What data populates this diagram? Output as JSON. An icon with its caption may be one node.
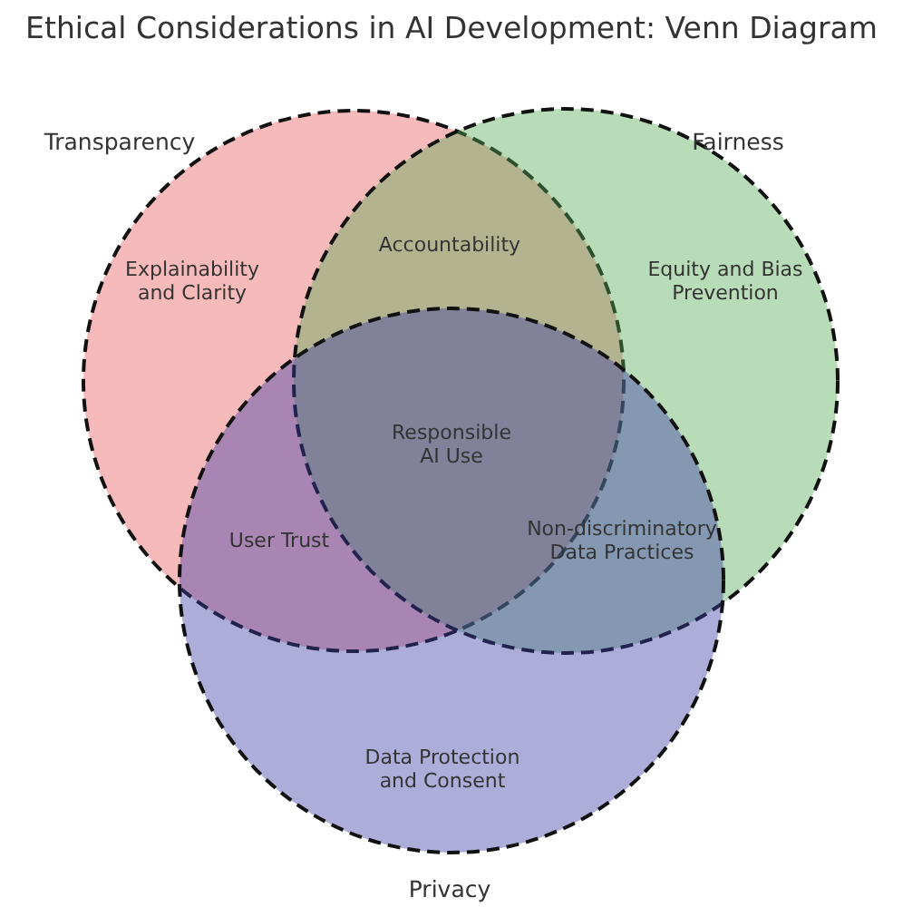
{
  "diagram": {
    "title": "Ethical Considerations in AI Development: Venn Diagram",
    "nodes": [
      {
        "text": [
          "Transparency",
          "Explainability and Clarity"
        ]
      },
      {
        "text": [
          "Fairness",
          "Equity and Bias Prevention"
        ]
      },
      {
        "text": [
          "Data Protection and Consent",
          "Privacy"
        ]
      }
    ],
    "labels": [
      "Accountability",
      "Responsible AI Use",
      "User Trust",
      "Non-discriminatory Data Practices"
    ]
  }
}
